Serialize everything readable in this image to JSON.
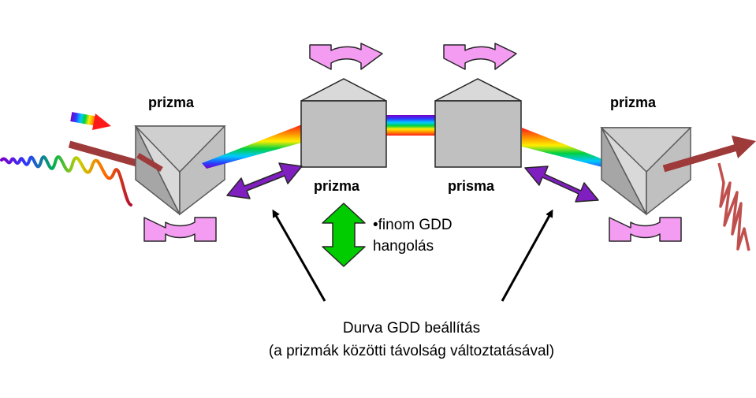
{
  "labels": {
    "prism_left": "prizma",
    "prism_mid_left": "prizma",
    "prism_mid_right": "prisma",
    "prism_right": "prizma",
    "fine_line1": "•finom GDD",
    "fine_line2": "hangolás",
    "coarse_line1": "Durva GDD beállítás",
    "coarse_line2": "(a prizmák közötti távolság változtatásával)"
  },
  "colors": {
    "prism_front": "#c0c0c0",
    "prism_side": "#a6a6a6",
    "prism_top": "#d9d9d9",
    "rotate_arrow": "#f49cf2",
    "translate_arrow": "#7f1fbf",
    "fine_arrow": "#00cc00",
    "beam": "#9e3a3a",
    "output_pulse": "#c0504d"
  },
  "icons": {
    "rotate": "curved-double-arrow-icon",
    "translate": "double-arrow-icon",
    "fine": "vertical-double-arrow-icon"
  }
}
